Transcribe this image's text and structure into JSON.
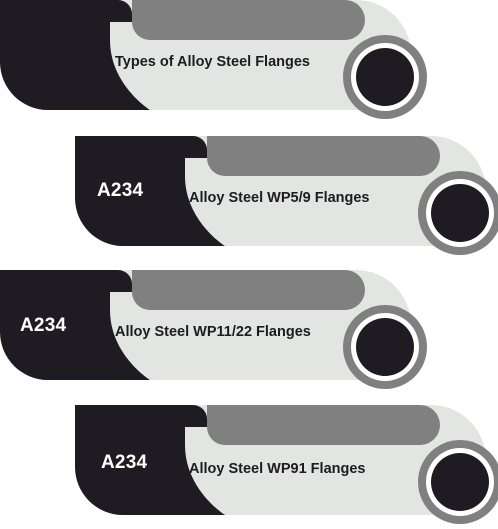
{
  "items": [
    {
      "code": "",
      "label": "Types of Alloy Steel Flanges"
    },
    {
      "code": "A234",
      "label": "Alloy Steel WP5/9 Flanges"
    },
    {
      "code": "A234",
      "label": "Alloy Steel WP11/22 Flanges"
    },
    {
      "code": "A234",
      "label": "Alloy Steel WP91 Flanges"
    }
  ],
  "colors": {
    "dark": "#1e1c22",
    "panel": "#e2e5e2",
    "bar": "#808080",
    "ring": "#808080",
    "ring_gap": "#ffffff",
    "text": "#1e1c22",
    "code_text": "#ffffff"
  }
}
